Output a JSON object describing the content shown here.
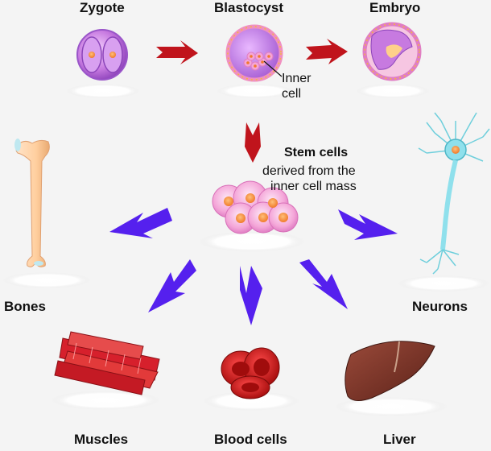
{
  "labels": {
    "zygote": "Zygote",
    "blastocyst": "Blastocyst",
    "embryo": "Embryo",
    "inner_cell_line1": "Inner",
    "inner_cell_line2": "cell",
    "stem_cells_title": "Stem cells",
    "stem_cells_desc_line1": "derived from the",
    "stem_cells_desc_line2": "inner cell mass",
    "bones": "Bones",
    "neurons": "Neurons",
    "muscles": "Muscles",
    "blood_cells": "Blood cells",
    "liver": "Liver"
  },
  "colors": {
    "red_arrow": "#c0141c",
    "blue_arrow": "#5520ee",
    "cell_purple": "#c77ae0",
    "stem_pink": "#f4a6d8",
    "muscle_red": "#d6202c",
    "blood_red": "#d01a1a",
    "liver_brown": "#7a3326",
    "bone": "#ffd1a8",
    "neuron": "#8fe0ec"
  }
}
